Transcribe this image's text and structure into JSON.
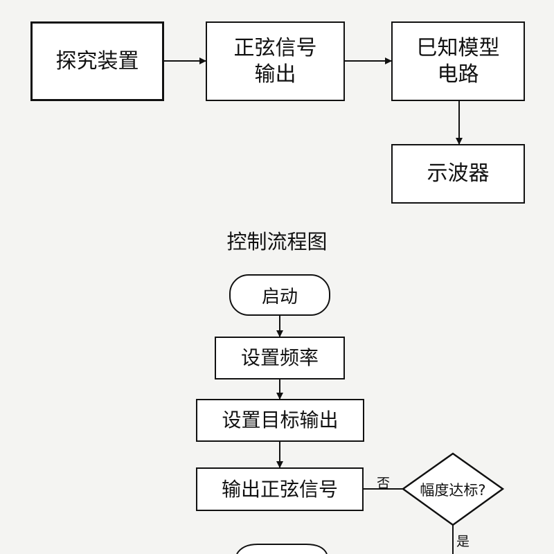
{
  "top_diagram": {
    "probe": "探究装置",
    "sine_output": [
      "正弦信号",
      "输出"
    ],
    "known_model": [
      "巳知模型",
      "电路"
    ],
    "oscilloscope": "示波器"
  },
  "flow_title": "控制流程图",
  "flow": {
    "start": "启动",
    "set_freq": "设置频率",
    "set_target": "设置目标输出",
    "output_sine": "输出正弦信号",
    "decision": "幅度达标?",
    "no_label": "否",
    "yes_label": "是"
  }
}
